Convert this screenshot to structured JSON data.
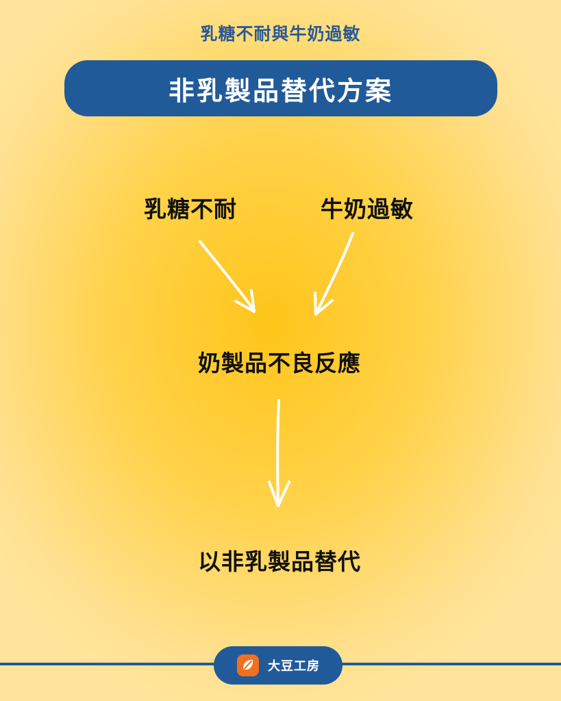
{
  "header": {
    "subtitle": "乳糖不耐與牛奶過敏",
    "title": "非乳製品替代方案"
  },
  "diagram": {
    "causes": [
      "乳糖不耐",
      "牛奶過敏"
    ],
    "result": "奶製品不良反應",
    "solution": "以非乳製品替代"
  },
  "footer": {
    "brand": "大豆工房",
    "logo_icon": "bean-leaf-icon"
  },
  "colors": {
    "navy": "#215a99",
    "accent_orange": "#f26f1e",
    "background_yellow": "#ffc51a",
    "arrow": "#ffffff"
  }
}
